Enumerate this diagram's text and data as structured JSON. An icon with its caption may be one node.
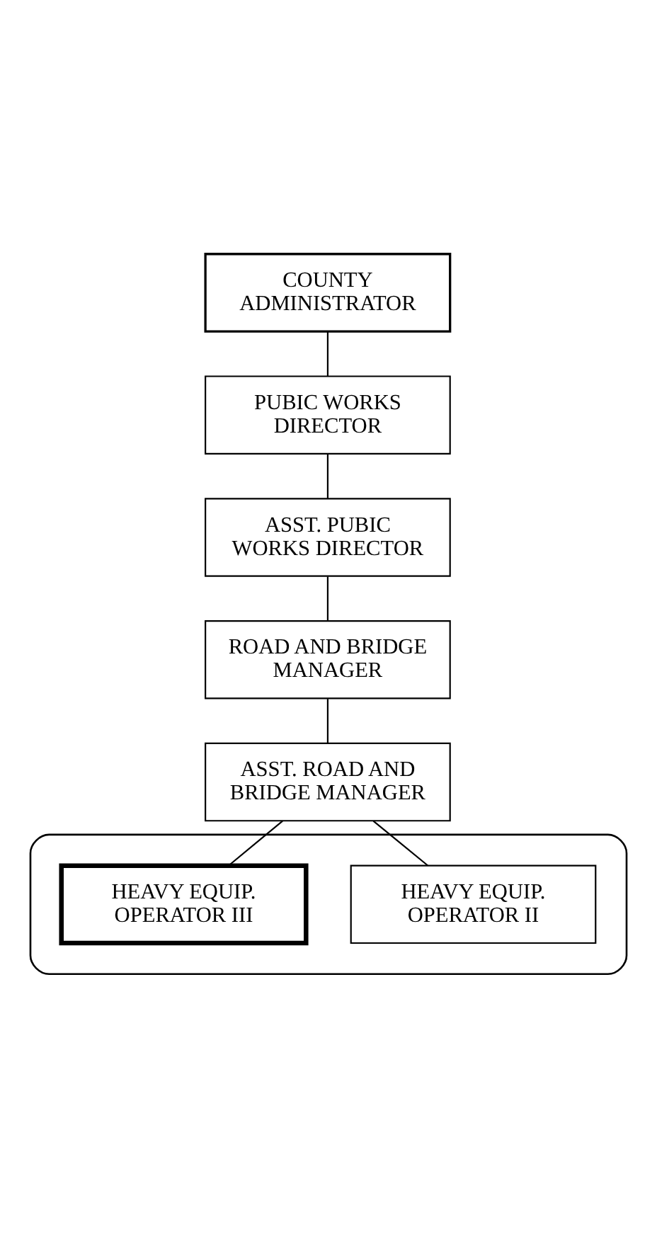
{
  "diagram": {
    "nodes": [
      {
        "text": [
          "COUNTY ADMINISTRATOR"
        ]
      },
      {
        "text": [
          "PUBIC WORKS DIRECTOR"
        ]
      },
      {
        "text": [
          "ASST. PUBIC WORKS DIRECTOR"
        ]
      },
      {
        "text": [
          "ROAD AND BRIDGE MANAGER"
        ]
      },
      {
        "text": [
          "ASST. ROAD AND BRIDGE MANAGER"
        ]
      },
      {
        "text": [],
        "shape": "box"
      },
      {
        "text": [
          "HEAVY EQUIP. OPERATOR II"
        ],
        "in": 5
      },
      {
        "text": [
          "HEAVY EQUIP. OPERATOR III"
        ],
        "in": 5
      }
    ],
    "edges": [
      {
        "from": 0,
        "to": 1,
        "arrow": "none"
      },
      {
        "from": 1,
        "to": 2,
        "arrow": "none"
      },
      {
        "from": 2,
        "to": 3,
        "arrow": "none"
      },
      {
        "from": 3,
        "to": 4,
        "arrow": "none"
      },
      {
        "from": 4,
        "to": 6,
        "arrow": "none"
      },
      {
        "from": 4,
        "to": 7,
        "arrow": "none"
      }
    ]
  }
}
